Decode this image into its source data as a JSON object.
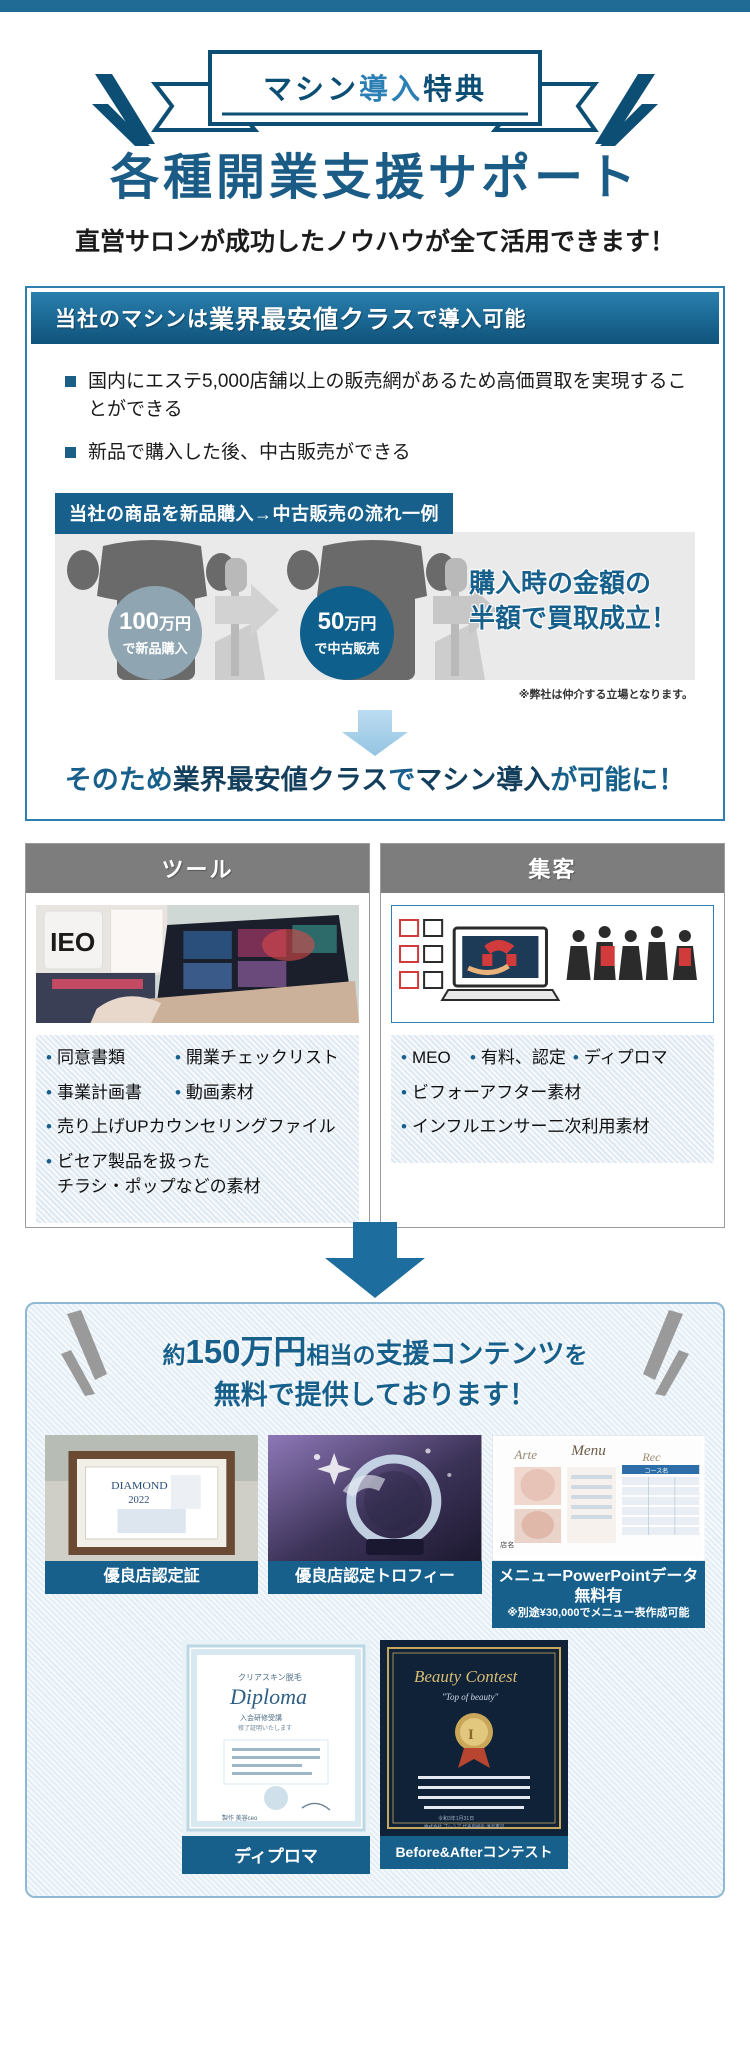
{
  "header": {
    "ribbon_label_1": "マシン",
    "ribbon_label_2": "導入",
    "ribbon_label_3": "特典",
    "title": "各種開業支援サポート",
    "subtitle": "直営サロンが成功したノウハウが全て活用できます！"
  },
  "section1": {
    "heading_a": "当社のマシンは",
    "heading_b": "業界最安値クラス",
    "heading_c": "で導入可能",
    "bullets": [
      "国内にエステ5,000店舗以上の販売網があるため高価買取を実現することができる",
      "新品で購入した後、中古販売ができる"
    ],
    "flow_tag": "当社の商品を新品購入→中古販売の流れ一例",
    "circle1_amount": "100",
    "circle1_unit": "万円",
    "circle1_caption": "で新品購入",
    "circle2_amount": "50",
    "circle2_unit": "万円",
    "circle2_caption": "で中古販売",
    "flow_right_line1": "購入時の金額の",
    "flow_right_line2": "半額で買取成立！",
    "flow_note": "※弊社は仲介する立場となります。",
    "closing_a": "そのため",
    "closing_b": "業界最安値クラス",
    "closing_c": "で",
    "closing_d": "マシン導入",
    "closing_e": "が可能に！"
  },
  "section2": {
    "columns": [
      {
        "title": "ツール",
        "image_name": "laptop-on-desk-photo",
        "items": [
          {
            "text": "同意書類",
            "text2": "開業チェックリスト"
          },
          {
            "text": "事業計画書",
            "text2": "動画素材"
          },
          {
            "text": "売り上げUPカウンセリングファイル",
            "text2": ""
          },
          {
            "text": "ビセア製品を扱った",
            "text2": "",
            "cont": "チラシ・ポップなどの素材"
          }
        ]
      },
      {
        "title": "集客",
        "image_name": "marketing-illustration",
        "items": [
          {
            "text": "MEO",
            "text2": "有料、認定",
            "text3": "ディプロマ"
          },
          {
            "text": "ビフォーアフター素材",
            "text2": ""
          },
          {
            "text": "インフルエンサー二次利用素材",
            "text2": ""
          }
        ]
      }
    ]
  },
  "section3": {
    "title_line1_a": "約",
    "title_line1_num": "150万円",
    "title_line1_b": "相当の",
    "title_line1_c": "支援コンテンツ",
    "title_line1_d": "を",
    "title_line2": "無料で提供しております！",
    "cards_row1": [
      {
        "caption": "優良店認定証",
        "sub": "",
        "image_name": "framed-certificate-photo"
      },
      {
        "caption": "優良店認定トロフィー",
        "sub": "",
        "image_name": "crystal-trophy-photo"
      },
      {
        "caption": "メニューPowerPointデータ無料有",
        "sub": "※別途¥30,000でメニュー表作成可能",
        "image_name": "menu-powerpoint-photo"
      }
    ],
    "cards_row2": [
      {
        "caption": "ディプロマ",
        "image_name": "diploma-certificate-photo"
      },
      {
        "caption": "Before&Afterコンテスト",
        "image_name": "beauty-contest-certificate-photo"
      }
    ]
  },
  "colors": {
    "brand_blue": "#17608c",
    "deep_blue": "#0d4e75",
    "light_blue": "#8fb8d4",
    "gray_head": "#7d7d7d",
    "panel_gray": "#eaeaea"
  }
}
